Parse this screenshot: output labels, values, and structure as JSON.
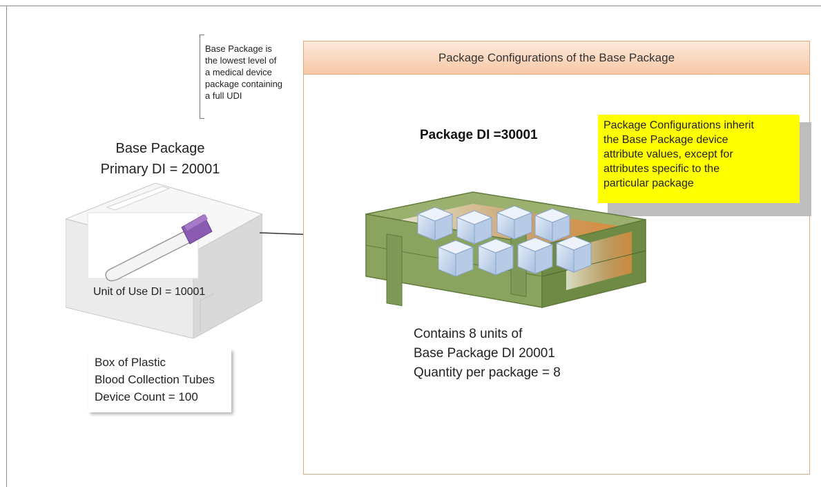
{
  "callout": {
    "lines": [
      "Base Package is",
      "the lowest level of",
      "a medical device",
      "package containing",
      "a full UDI"
    ]
  },
  "base_package": {
    "title_line1": "Base Package",
    "title_line2": "Primary DI = 20001",
    "unit_of_use": "Unit of Use DI = 10001",
    "desc_lines": [
      "Box of Plastic",
      "Blood Collection Tubes",
      "Device Count = 100"
    ]
  },
  "config": {
    "header": "Package Configurations of the Base Package",
    "package_di": "Package DI =30001",
    "note_lines": [
      "Package Configurations inherit",
      "the Base Package device",
      "attribute values, except for",
      "attributes specific to the",
      "particular package"
    ],
    "contains_lines": [
      "Contains 8 units of",
      "Base Package DI 20001",
      "Quantity per package = 8"
    ]
  },
  "colors": {
    "panel_border": "#e0a87a",
    "header_fill": "#f7c8a6",
    "note_fill": "#ffff00",
    "crate_green": "#7f9a58",
    "box_blue": "#c6d8ee",
    "tube_cap": "#8a5bb0"
  }
}
